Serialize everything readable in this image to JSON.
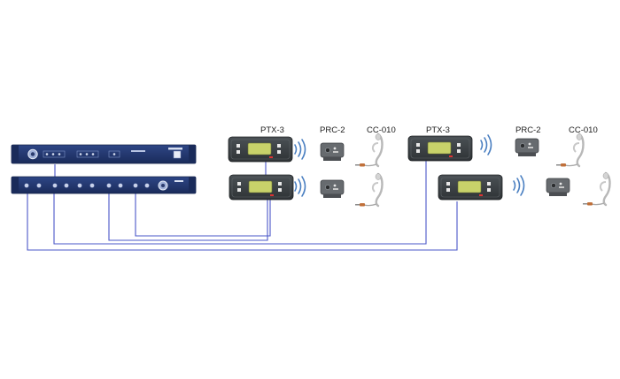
{
  "labels": {
    "ptx_left": "PTX-3",
    "prc_left": "PRC-2",
    "cc_left": "CC-010",
    "ptx_right": "PTX-3",
    "prc_right": "PRC-2",
    "cc_right": "CC-010"
  },
  "colors": {
    "cable": "#4a57c8",
    "rack_panel": "#22376e",
    "rack_edge": "#14224a",
    "transmitter_body": "#3f4447",
    "transmitter_display": "#c8d26a",
    "receiver_body": "#676b6f",
    "wireless_waves": "#4a7fc1",
    "headset": "#b8b8b8",
    "headset_plug": "#c0703a"
  },
  "icons": [
    "rack-unit-front-icon",
    "rack-unit-rear-icon",
    "transmitter-icon",
    "wireless-waves-icon",
    "beltpack-receiver-icon",
    "headset-icon"
  ]
}
